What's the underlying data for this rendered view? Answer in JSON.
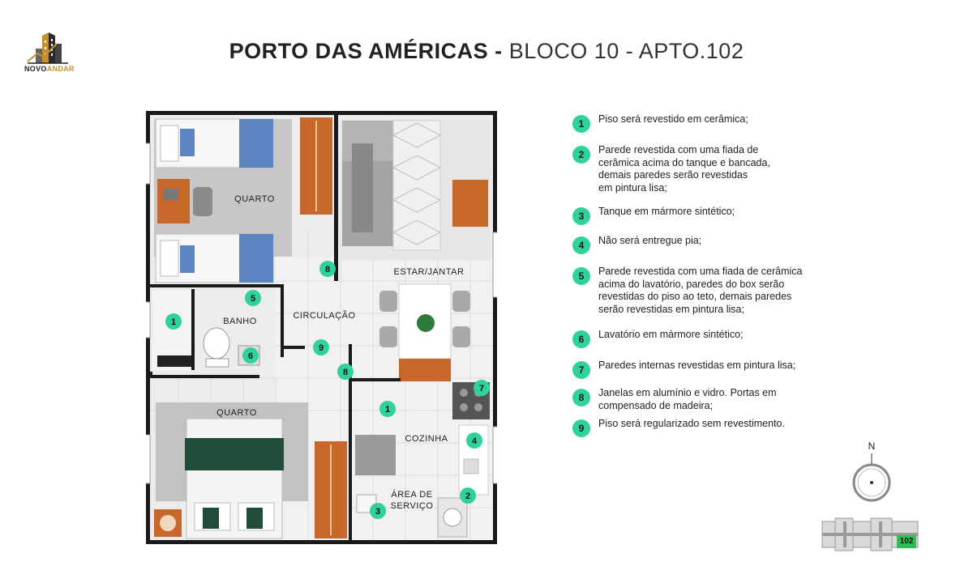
{
  "logo": {
    "text_a": "NOVO",
    "text_b": "ANDAR"
  },
  "title": {
    "bold": "PORTO DAS AMÉRICAS -",
    "light": "BLOCO 10 - APTO.102"
  },
  "rooms": {
    "quarto_top": "QUARTO",
    "banho": "BANHO",
    "circulacao": "CIRCULAÇÃO",
    "estar": "ESTAR/JANTAR",
    "quarto_bottom": "QUARTO",
    "cozinha": "COZINHA",
    "area1": "ÁREA DE",
    "area2": "SERVIÇO"
  },
  "markers": {
    "m8a": "8",
    "m5": "5",
    "m1a": "1",
    "m9": "9",
    "m6": "6",
    "m8b": "8",
    "m1b": "1",
    "m7": "7",
    "m4": "4",
    "m2": "2",
    "m3": "3"
  },
  "legend": [
    {
      "num": "1",
      "lines": [
        "Piso será revestido em cerâmica;"
      ]
    },
    {
      "num": "2",
      "lines": [
        "Parede revestida com uma fiada de",
        "cerâmica acima do tanque e bancada,",
        "demais paredes serão revestidas",
        "em pintura lisa;"
      ]
    },
    {
      "num": "3",
      "lines": [
        "Tanque em mármore sintético;"
      ]
    },
    {
      "num": "4",
      "lines": [
        "Não será entregue pia;"
      ]
    },
    {
      "num": "5",
      "lines": [
        "Parede revestida com uma fiada de cerâmica",
        "acima do lavatório, paredes do box serão",
        "revestidas do piso ao teto, demais paredes",
        "serão revestidas em pintura lisa;"
      ]
    },
    {
      "num": "6",
      "lines": [
        "Lavatório em mármore sintético;"
      ]
    },
    {
      "num": "7",
      "lines": [
        "Paredes internas revestidas em pintura lisa;"
      ]
    },
    {
      "num": "8",
      "lines": [
        "Janelas em alumínio e vidro. Portas em",
        "compensado de madeira;"
      ]
    },
    {
      "num": "9",
      "lines": [
        "Piso será regularizado sem revestimento."
      ]
    }
  ],
  "compass": {
    "label": "N"
  },
  "block": {
    "unit": "102"
  },
  "colors": {
    "marker": "#2fd39a",
    "wall": "#1a1a1a",
    "wood": "#c8672a",
    "bed_blue": "#5b86c2",
    "green_blanket": "#1f4d3a",
    "unit_highlight": "#2fbd54"
  }
}
